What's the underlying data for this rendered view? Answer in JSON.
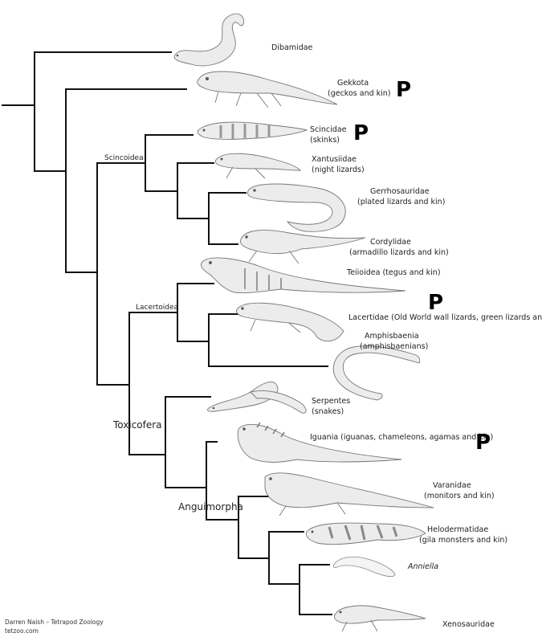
{
  "taxa": {
    "dibamidae": {
      "name": "Dibamidae"
    },
    "gekkota": {
      "name": "Gekkota",
      "common": "(geckos and kin)"
    },
    "scincidae": {
      "name": "Scincidae",
      "common": "(skinks)"
    },
    "xantusiidae": {
      "name": "Xantusiidae",
      "common": "(night lizards)"
    },
    "gerrhosauridae": {
      "name": "Gerrhosauridae",
      "common": "(plated lizards and kin)"
    },
    "cordylidae": {
      "name": "Cordylidae",
      "common": "(armadillo lizards and kin)"
    },
    "teiioidea": {
      "name": "Teiioidea (tegus and kin)"
    },
    "lacertidae": {
      "name": "Lacertidae (Old World wall lizards, green lizards and kin)"
    },
    "amphisbaenia": {
      "name": "Amphisbaenia",
      "common": "(amphisbaenians)"
    },
    "serpentes": {
      "name": "Serpentes",
      "common": "(snakes)"
    },
    "iguania": {
      "name": "Iguania (iguanas, chameleons, agamas and kin)"
    },
    "varanidae": {
      "name": "Varanidae",
      "common": "(monitors and kin)"
    },
    "helodermatidae": {
      "name": "Helodermatidae",
      "common": "(gila monsters and kin)"
    },
    "anniella": {
      "name": "Anniella"
    },
    "xenosauridae": {
      "name": "Xenosauridae"
    }
  },
  "clades": {
    "scincoidea": "Scincoidea",
    "lacertoidea": "Lacertoidea",
    "toxicofera": "Toxicofera",
    "anguimorpha": "Anguimorpha"
  },
  "markers": {
    "p": "P"
  },
  "credit": {
    "line1": "Darren Naish – Tetrapod Zoology",
    "line2": "tetzoo.com"
  }
}
